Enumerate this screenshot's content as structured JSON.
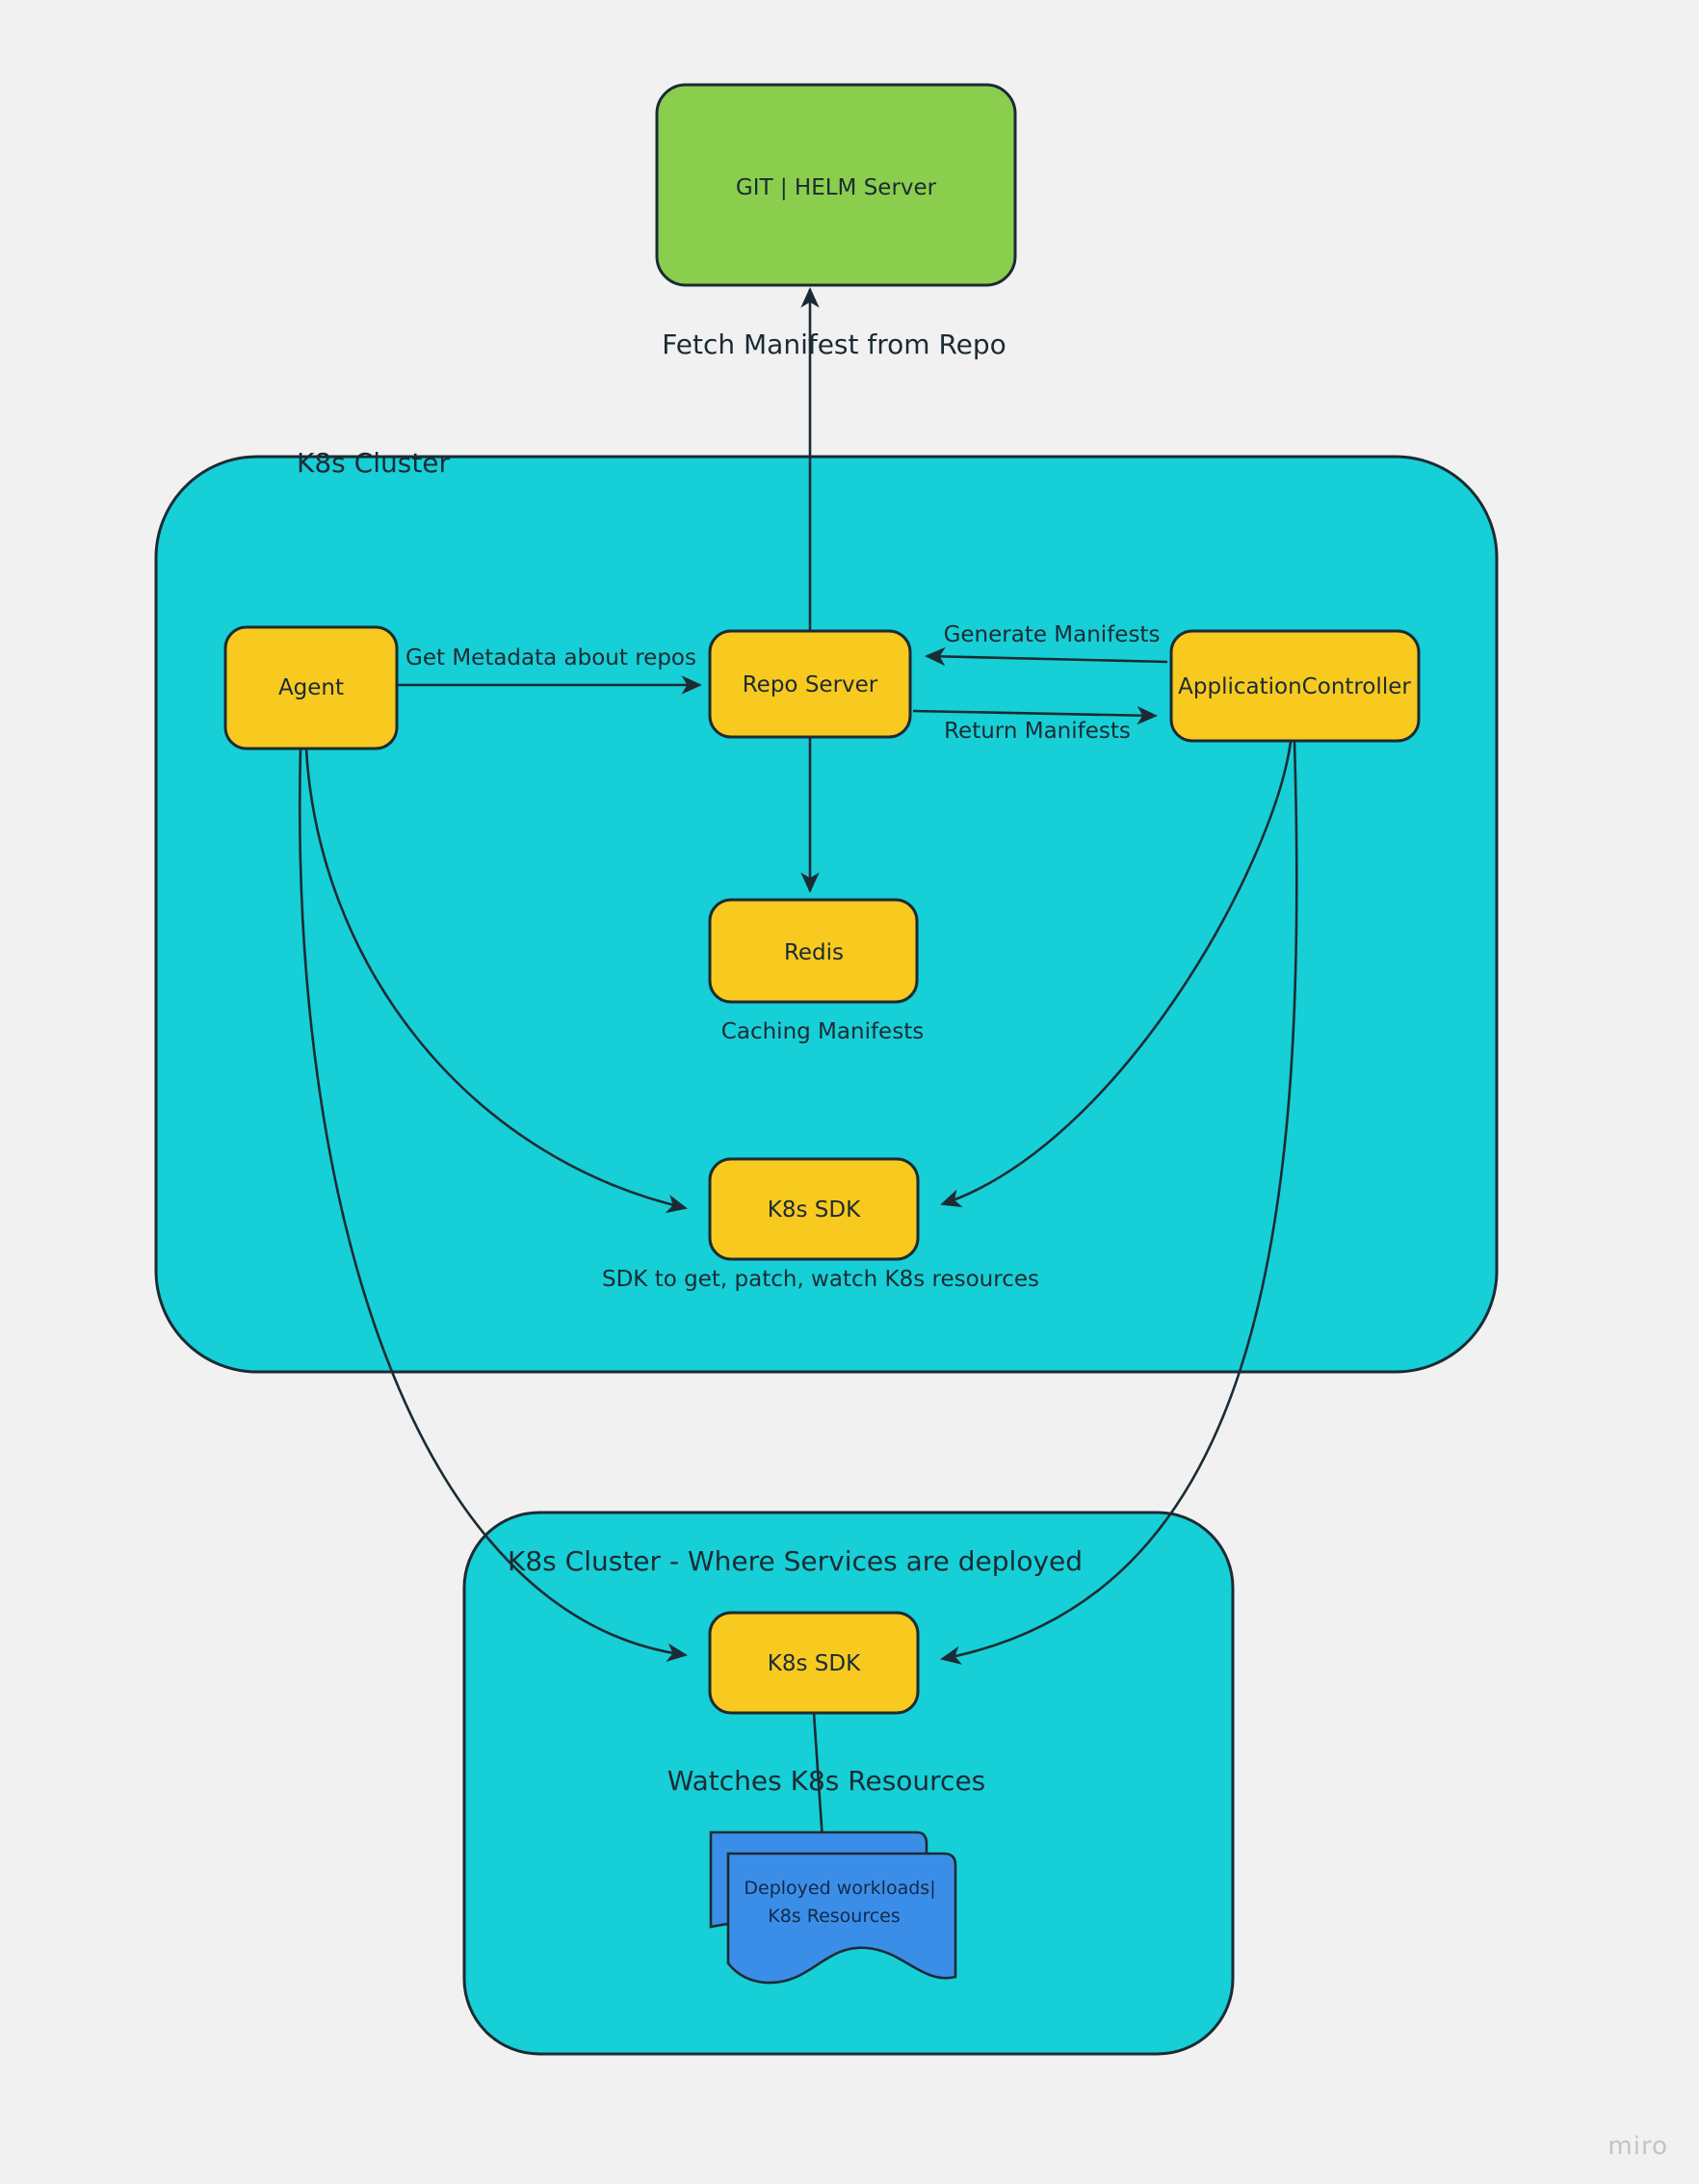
{
  "diagram": {
    "title_watermark": "miro",
    "background_color": "#F1F1F1",
    "colors": {
      "cluster_fill": "#17CFD6",
      "node_fill": "#F8C91E",
      "server_fill": "#8BCE4E",
      "document_fill": "#3B8EE8",
      "stroke": "#1b2b34",
      "text": "#1b2b34",
      "watermark": "#c3c3cc"
    },
    "groups": [
      {
        "id": "k8s-cluster",
        "label": "K8s Cluster"
      },
      {
        "id": "k8s-cluster-services",
        "label": "K8s Cluster - Where Services are deployed"
      }
    ],
    "nodes": [
      {
        "id": "git-helm-server",
        "label": "GIT | HELM Server",
        "shape": "rounded-rect",
        "color": "#8BCE4E"
      },
      {
        "id": "agent",
        "label": "Agent",
        "shape": "rounded-rect",
        "color": "#F8C91E"
      },
      {
        "id": "repo-server",
        "label": "Repo Server",
        "shape": "rounded-rect",
        "color": "#F8C91E"
      },
      {
        "id": "application-controller",
        "label": "ApplicationController",
        "shape": "rounded-rect",
        "color": "#F8C91E"
      },
      {
        "id": "redis",
        "label": "Redis",
        "shape": "rounded-rect",
        "color": "#F8C91E"
      },
      {
        "id": "k8s-sdk-upper",
        "label": "K8s SDK",
        "shape": "rounded-rect",
        "color": "#F8C91E"
      },
      {
        "id": "k8s-sdk-lower",
        "label": "K8s SDK",
        "shape": "rounded-rect",
        "color": "#F8C91E"
      },
      {
        "id": "deployed-workloads",
        "label_line1": "Deployed workloads|",
        "label_line2": "K8s Resources",
        "shape": "document-stack",
        "color": "#3B8EE8"
      }
    ],
    "edges": [
      {
        "id": "repo-server-to-git",
        "from": "repo-server",
        "to": "git-helm-server",
        "label": "Fetch Manifest from Repo"
      },
      {
        "id": "agent-to-repo-server",
        "from": "agent",
        "to": "repo-server",
        "label": "Get Metadata about repos"
      },
      {
        "id": "appcontroller-to-repo-server",
        "from": "application-controller",
        "to": "repo-server",
        "label": "Generate Manifests"
      },
      {
        "id": "repo-server-to-appcontroller",
        "from": "repo-server",
        "to": "application-controller",
        "label": "Return Manifests"
      },
      {
        "id": "repo-server-to-redis",
        "from": "repo-server",
        "to": "redis",
        "label": ""
      },
      {
        "id": "agent-to-k8s-sdk-upper",
        "from": "agent",
        "to": "k8s-sdk-upper",
        "label": ""
      },
      {
        "id": "appcontroller-to-k8s-sdk-upper",
        "from": "application-controller",
        "to": "k8s-sdk-upper",
        "label": ""
      },
      {
        "id": "agent-to-k8s-sdk-lower",
        "from": "agent",
        "to": "k8s-sdk-lower",
        "label": ""
      },
      {
        "id": "appcontroller-to-k8s-sdk-lower",
        "from": "application-controller",
        "to": "k8s-sdk-lower",
        "label": ""
      },
      {
        "id": "k8s-sdk-lower-to-workloads",
        "from": "k8s-sdk-lower",
        "to": "deployed-workloads",
        "label": "Watches K8s Resources"
      }
    ],
    "captions": [
      {
        "id": "redis-caption",
        "text": "Caching Manifests",
        "for": "redis"
      },
      {
        "id": "k8s-sdk-upper-caption",
        "text": "SDK to get, patch, watch K8s resources",
        "for": "k8s-sdk-upper"
      },
      {
        "id": "watches-caption",
        "text": "Watches K8s Resources",
        "for": "k8s-sdk-lower"
      }
    ]
  }
}
